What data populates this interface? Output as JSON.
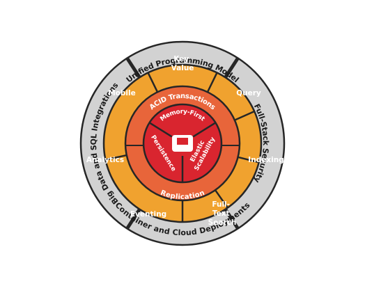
{
  "outer_ring": {
    "top": "Unified Programming Model",
    "right": "Full-Stack Security",
    "bottom": "Container and Cloud Deployments",
    "left": "Big Data and SQL Integrations"
  },
  "segments": [
    {
      "id": "key-value",
      "lines": [
        "Key",
        "Value"
      ]
    },
    {
      "id": "query",
      "lines": [
        "Query"
      ]
    },
    {
      "id": "indexing",
      "lines": [
        "Indexing"
      ]
    },
    {
      "id": "full-text-search",
      "lines": [
        "Full-",
        "Text",
        "Search"
      ]
    },
    {
      "id": "eventing",
      "lines": [
        "Eventing"
      ]
    },
    {
      "id": "analytics",
      "lines": [
        "Analytics"
      ]
    },
    {
      "id": "mobile",
      "lines": [
        "Mobile"
      ]
    }
  ],
  "middle_ring": {
    "top": "ACID Transactions",
    "bottom": "Replication"
  },
  "core": {
    "top": "Memory-First",
    "right": [
      "Elastic",
      "Scalability"
    ],
    "left": "Persistence"
  },
  "colors": {
    "outer_ring": "#d2d2d2",
    "segments": "#f0a22f",
    "dividers": "#262626",
    "middle_ring": "#e8653a",
    "core": "#d9252f",
    "logo": "#ffffff"
  },
  "icons": {
    "center": "couchbase-logo-icon"
  }
}
